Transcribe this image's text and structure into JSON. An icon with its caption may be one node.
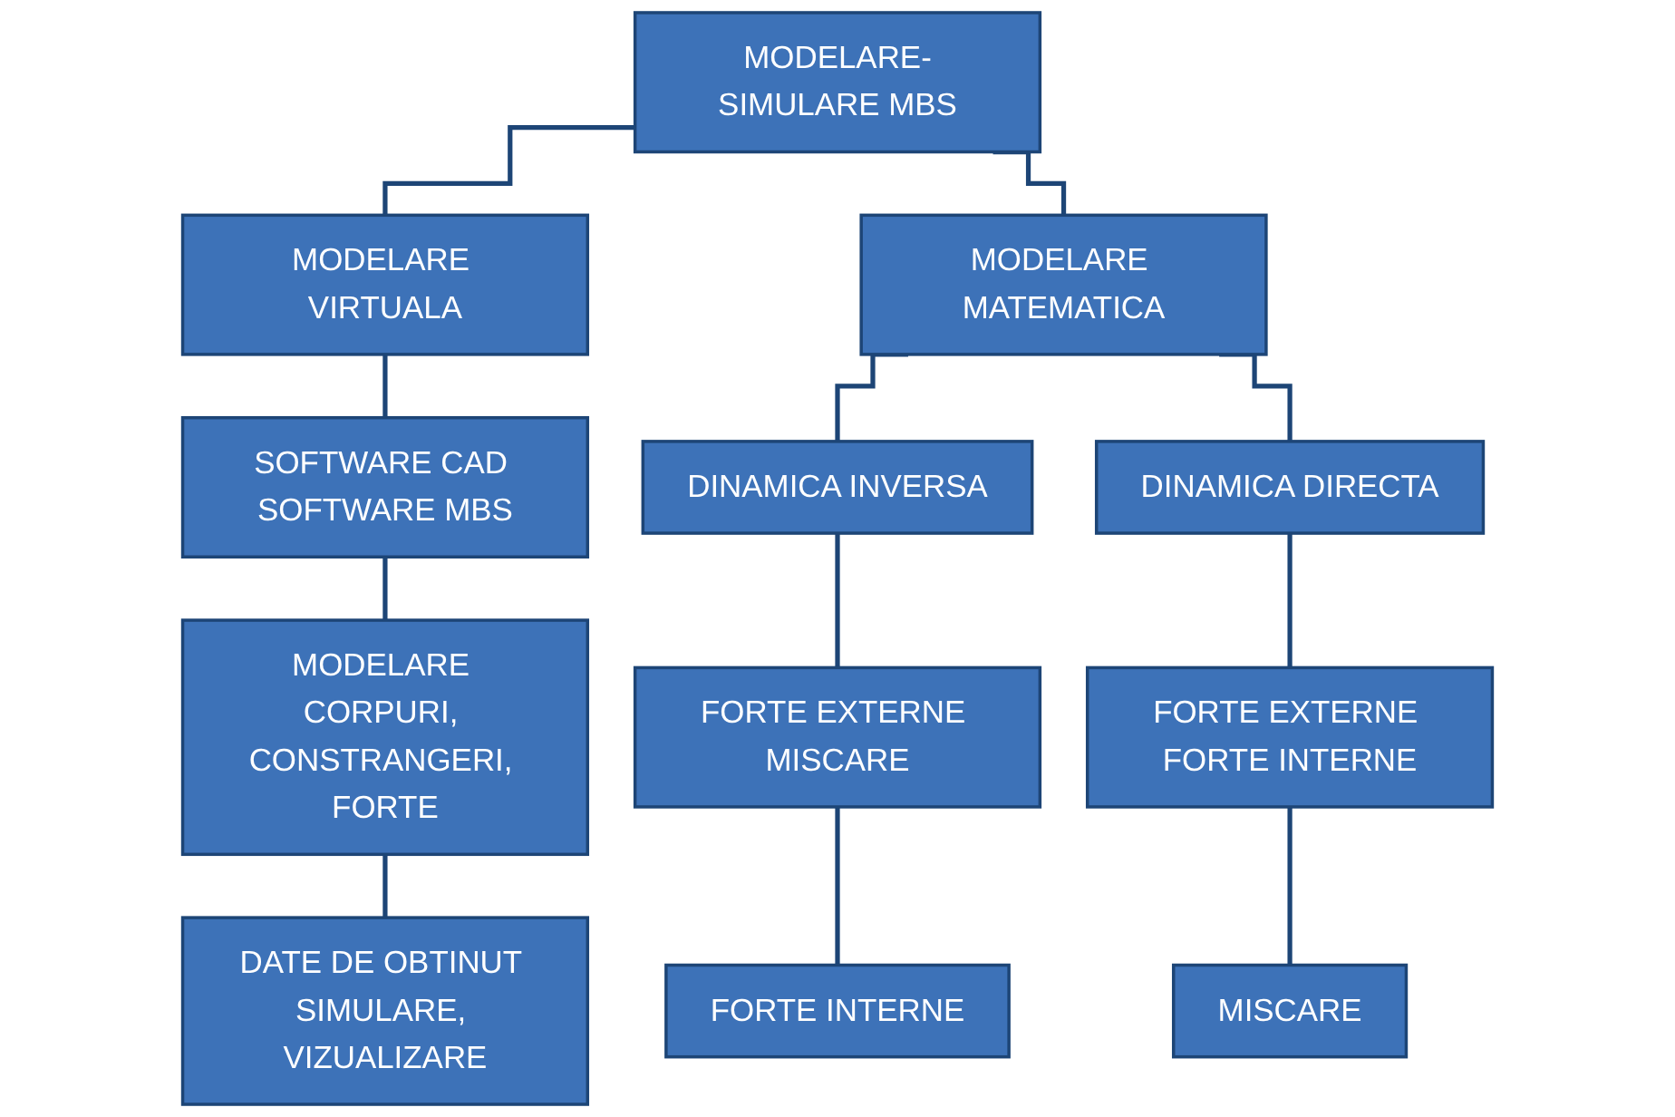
{
  "diagram": {
    "nodes": [
      {
        "text": [
          "MODELARE-SIMULARE MBS"
        ]
      },
      {
        "text": [
          "MODELARE VIRTUALA"
        ]
      },
      {
        "text": [
          "MODELARE MATEMATICA"
        ]
      },
      {
        "text": [
          "SOFTWARE CAD SOFTWARE MBS"
        ]
      },
      {
        "text": [
          "DINAMICA INVERSA"
        ]
      },
      {
        "text": [
          "DINAMICA DIRECTA"
        ]
      },
      {
        "text": [
          "MODELARE CORPURI, CONSTRANGERI, FORTE"
        ]
      },
      {
        "text": [
          "FORTE EXTERNE MISCARE"
        ]
      },
      {
        "text": [
          "FORTE EXTERNE FORTE INTERNE"
        ]
      },
      {
        "text": [
          "DATE DE OBTINUT SIMULARE, VIZUALIZARE"
        ]
      },
      {
        "text": [
          "FORTE INTERNE"
        ]
      },
      {
        "text": [
          "MISCARE"
        ]
      }
    ],
    "edges": [
      {
        "from": 0,
        "to": 1,
        "arrow": "none"
      },
      {
        "from": 0,
        "to": 2,
        "arrow": "none"
      },
      {
        "from": 1,
        "to": 3,
        "arrow": "none"
      },
      {
        "from": 3,
        "to": 6,
        "arrow": "none"
      },
      {
        "from": 6,
        "to": 9,
        "arrow": "none"
      },
      {
        "from": 2,
        "to": 4,
        "arrow": "none"
      },
      {
        "from": 2,
        "to": 5,
        "arrow": "none"
      },
      {
        "from": 4,
        "to": 7,
        "arrow": "none"
      },
      {
        "from": 7,
        "to": 10,
        "arrow": "none"
      },
      {
        "from": 5,
        "to": 8,
        "arrow": "none"
      },
      {
        "from": 8,
        "to": 11,
        "arrow": "none"
      }
    ]
  }
}
